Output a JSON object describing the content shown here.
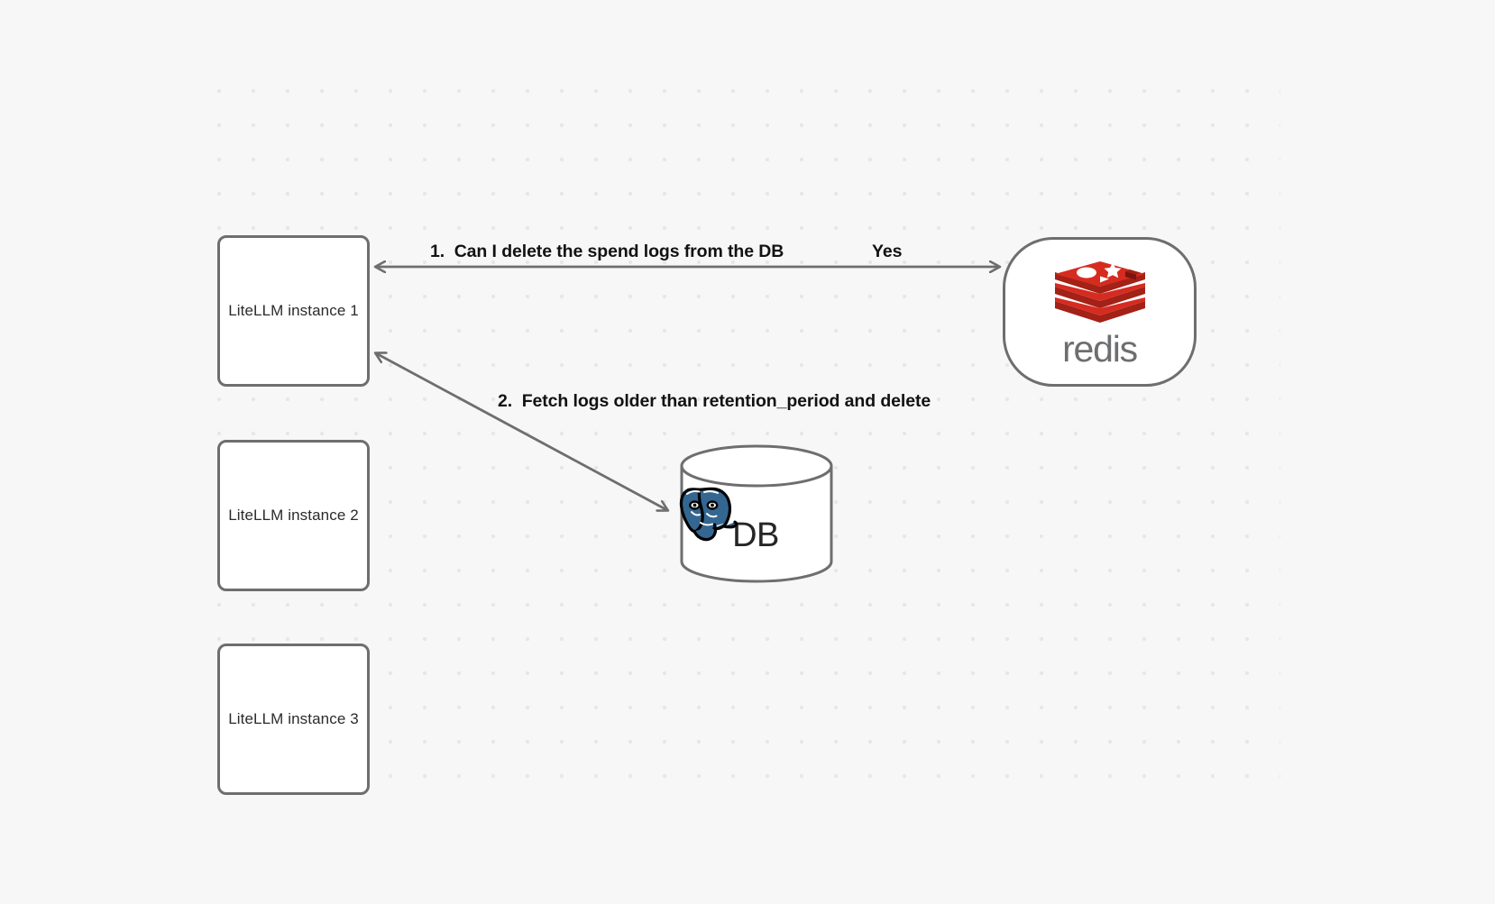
{
  "diagram": {
    "background_color": "#f7f7f8",
    "grid": {
      "dot_color": "#e6e7e9",
      "spacing": 38
    },
    "stroke_color": "#6e6e6e",
    "nodes": [
      {
        "id": "litellm-1",
        "label": "LiteLLM instance 1",
        "shape": "rounded-rect"
      },
      {
        "id": "litellm-2",
        "label": "LiteLLM instance 2",
        "shape": "rounded-rect"
      },
      {
        "id": "litellm-3",
        "label": "LiteLLM instance 3",
        "shape": "rounded-rect"
      },
      {
        "id": "redis",
        "label": "redis",
        "shape": "stadium",
        "logo": "redis-logo",
        "brand_color": "#d62b20",
        "wordmark_color": "#6d6e70"
      },
      {
        "id": "db",
        "label": "DB",
        "shape": "cylinder",
        "logo": "postgresql-elephant-icon",
        "brand_color": "#336791"
      }
    ],
    "edges": [
      {
        "id": "edge-1",
        "from": "litellm-1",
        "to": "redis",
        "direction": "bidirectional",
        "label": "1.  Can I delete the spend logs from the DB",
        "label_secondary": "Yes"
      },
      {
        "id": "edge-2",
        "from": "litellm-1",
        "to": "db",
        "direction": "bidirectional",
        "label": "2.  Fetch logs older than retention_period and delete"
      }
    ]
  }
}
